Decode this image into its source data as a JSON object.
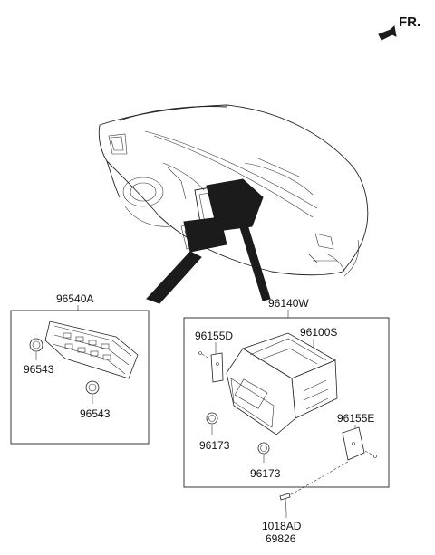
{
  "direction": {
    "label": "FR.",
    "icon": "forward-arrow-icon"
  },
  "groups": {
    "climate_control": {
      "code": "96540A",
      "parts": [
        {
          "code": "96543",
          "name": "knob"
        },
        {
          "code": "96543",
          "name": "knob"
        }
      ]
    },
    "audio_unit": {
      "code": "96140W",
      "parts": [
        {
          "code": "96155D",
          "name": "bracket-left"
        },
        {
          "code": "96100S",
          "name": "head-unit"
        },
        {
          "code": "96155E",
          "name": "bracket-right"
        },
        {
          "code": "96173",
          "name": "knob"
        },
        {
          "code": "96173",
          "name": "knob"
        }
      ]
    }
  },
  "fasteners": [
    "1018AD",
    "69826"
  ]
}
